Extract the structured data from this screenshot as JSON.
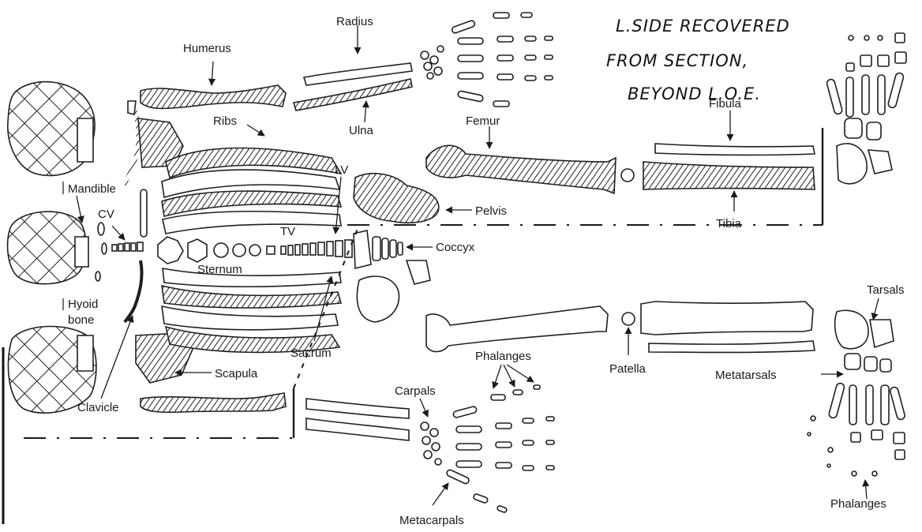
{
  "labels": {
    "humerus": "Humerus",
    "radius": "Radius",
    "ulna": "Ulna",
    "ribs": "Ribs",
    "femur": "Femur",
    "fibula": "Fibula",
    "tibia": "Tibia",
    "pelvis": "Pelvis",
    "mandible": "Mandible",
    "cv": "CV",
    "lv": "LV",
    "tv": "TV",
    "sternum": "Sternum",
    "coccyx": "Coccyx",
    "hyoid_line1": "Hyoid",
    "hyoid_line2": "bone",
    "clavicle": "Clavicle",
    "scapula": "Scapula",
    "sacrum": "Sacrum",
    "phalanges_hand": "Phalanges",
    "carpals": "Carpals",
    "metacarpals": "Metacarpals",
    "patella": "Patella",
    "tarsals": "Tarsals",
    "metatarsals": "Metatarsals",
    "phalanges_foot": "Phalanges"
  },
  "handwritten_note": {
    "line1": "L.SIDE RECOVERED",
    "line2": "FROM SECTION,",
    "line3": "BEYOND L.O.E."
  }
}
